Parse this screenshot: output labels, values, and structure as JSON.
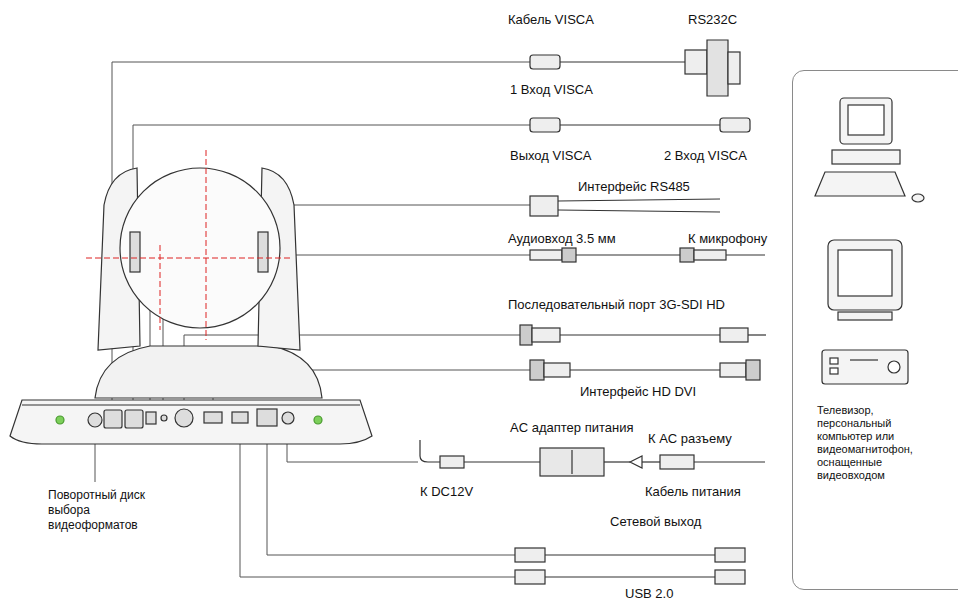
{
  "diagram": {
    "nodes": [
      {
        "text": [
          "Телевизор, персональный компьютер или видеомагнитофон, оснащенные видеовходом"
        ]
      }
    ],
    "labels": [
      "Кабель VISCA",
      "RS232C",
      "1 Вход VISCA",
      "Выход VISCA",
      "2 Вход VISCA",
      "Интерфейс RS485",
      "Аудиовход 3.5 мм",
      "К микрофону",
      "Последовательный порт 3G-SDI HD",
      "Интерфейс HD DVI",
      "AC адаптер питания",
      "К AC разъему",
      "К DC12V",
      "Кабель питания",
      "Поворотный диск выбора видеоформатов",
      "Сетевой выход",
      "USB 2.0"
    ]
  }
}
